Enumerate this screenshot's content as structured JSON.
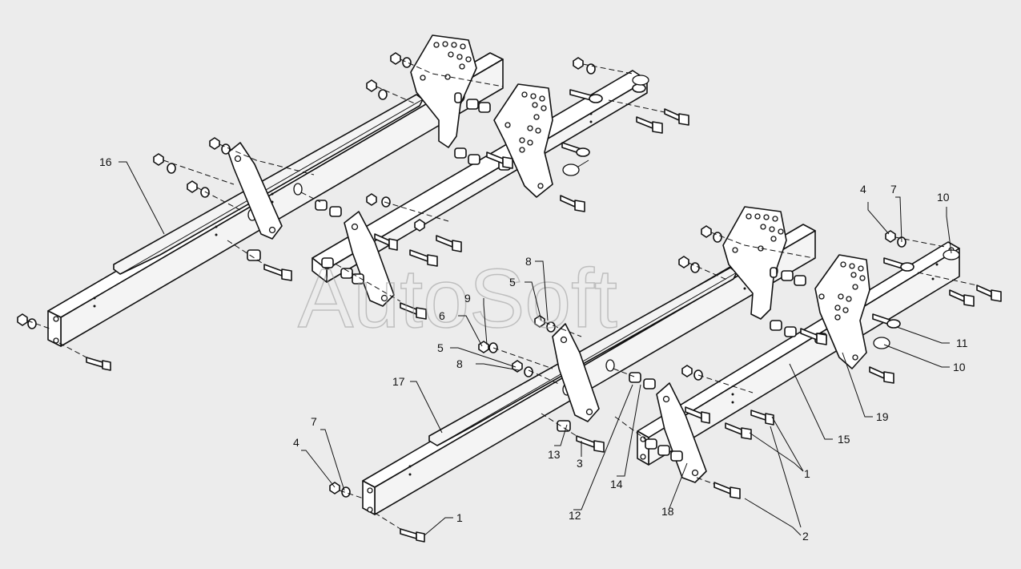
{
  "watermark": "AutoSoft",
  "callouts": [
    {
      "id": "c16",
      "text": "16"
    },
    {
      "id": "c17",
      "text": "17"
    },
    {
      "id": "c15",
      "text": "15"
    },
    {
      "id": "c18",
      "text": "18"
    },
    {
      "id": "c19",
      "text": "19"
    },
    {
      "id": "c14",
      "text": "14"
    },
    {
      "id": "c13",
      "text": "13"
    },
    {
      "id": "c12",
      "text": "12"
    },
    {
      "id": "c3",
      "text": "3"
    },
    {
      "id": "c11",
      "text": "11"
    },
    {
      "id": "c10a",
      "text": "10"
    },
    {
      "id": "c10b",
      "text": "10"
    },
    {
      "id": "c9",
      "text": "9"
    },
    {
      "id": "c8a",
      "text": "8"
    },
    {
      "id": "c8b",
      "text": "8"
    },
    {
      "id": "c7a",
      "text": "7"
    },
    {
      "id": "c7b",
      "text": "7"
    },
    {
      "id": "c6",
      "text": "6"
    },
    {
      "id": "c5a",
      "text": "5"
    },
    {
      "id": "c5b",
      "text": "5"
    },
    {
      "id": "c4a",
      "text": "4"
    },
    {
      "id": "c4b",
      "text": "4"
    },
    {
      "id": "c2",
      "text": "2"
    },
    {
      "id": "c1a",
      "text": "1"
    },
    {
      "id": "c1b",
      "text": "1"
    }
  ]
}
